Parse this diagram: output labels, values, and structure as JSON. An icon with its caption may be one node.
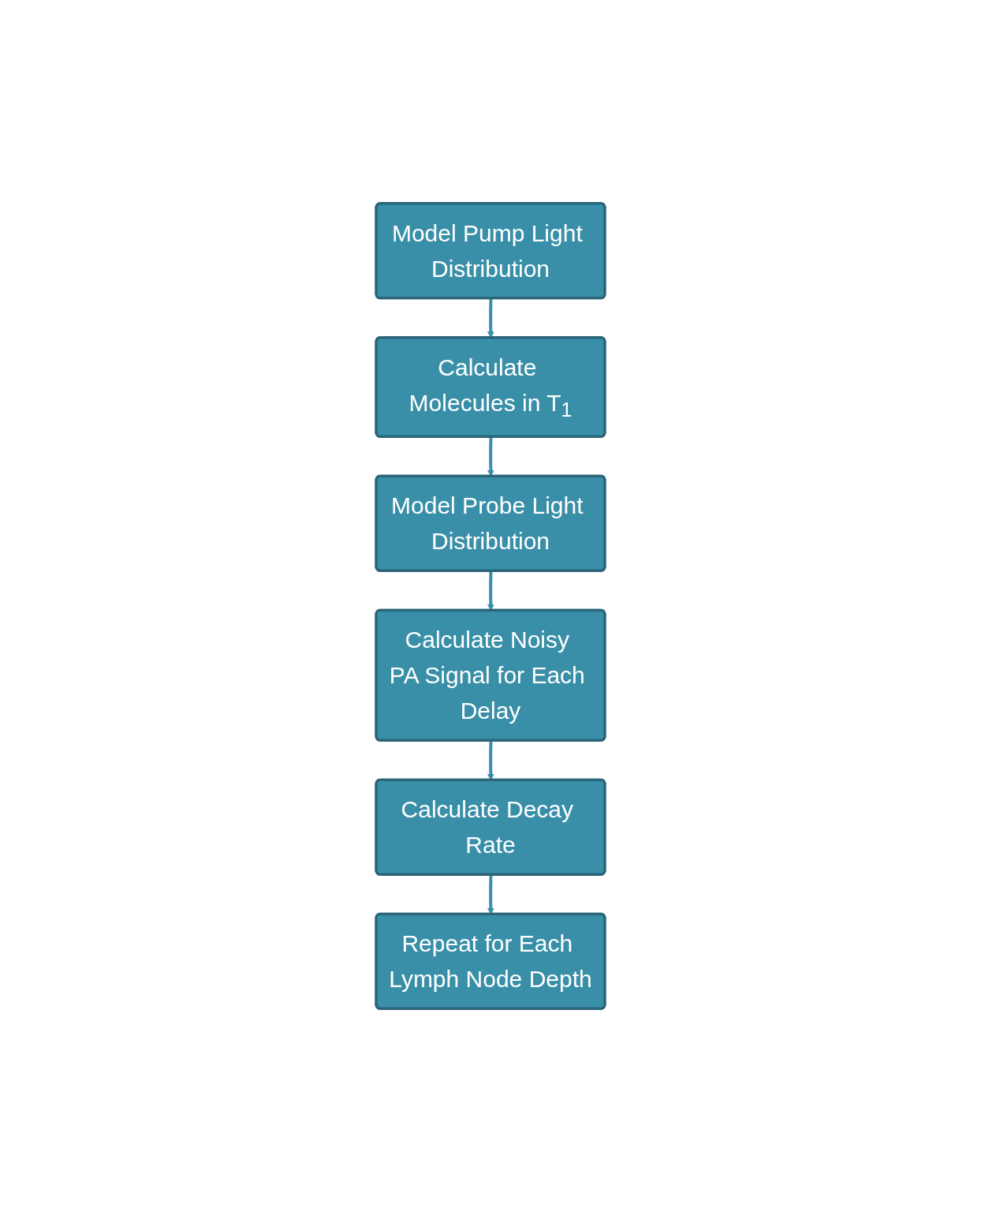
{
  "diagram": {
    "nodes": [
      {
        "text": [
          "Model Pump Light Distribution"
        ]
      },
      {
        "text": [
          "Calculate Molecules in T$_{1}$"
        ]
      },
      {
        "text": [
          "Model Probe Light Distribution"
        ]
      },
      {
        "text": [
          "Calculate Noisy PA Signal for Each Delay"
        ]
      },
      {
        "text": [
          "Calculate Decay Rate"
        ]
      },
      {
        "text": [
          "Repeat for Each Lymph Node Depth"
        ]
      }
    ],
    "edges": [
      {
        "from": 0,
        "to": 1,
        "arrow": "to"
      },
      {
        "from": 1,
        "to": 2,
        "arrow": "to"
      },
      {
        "from": 2,
        "to": 3,
        "arrow": "to"
      },
      {
        "from": 3,
        "to": 4,
        "arrow": "to"
      },
      {
        "from": 4,
        "to": 5,
        "arrow": "to"
      }
    ]
  }
}
